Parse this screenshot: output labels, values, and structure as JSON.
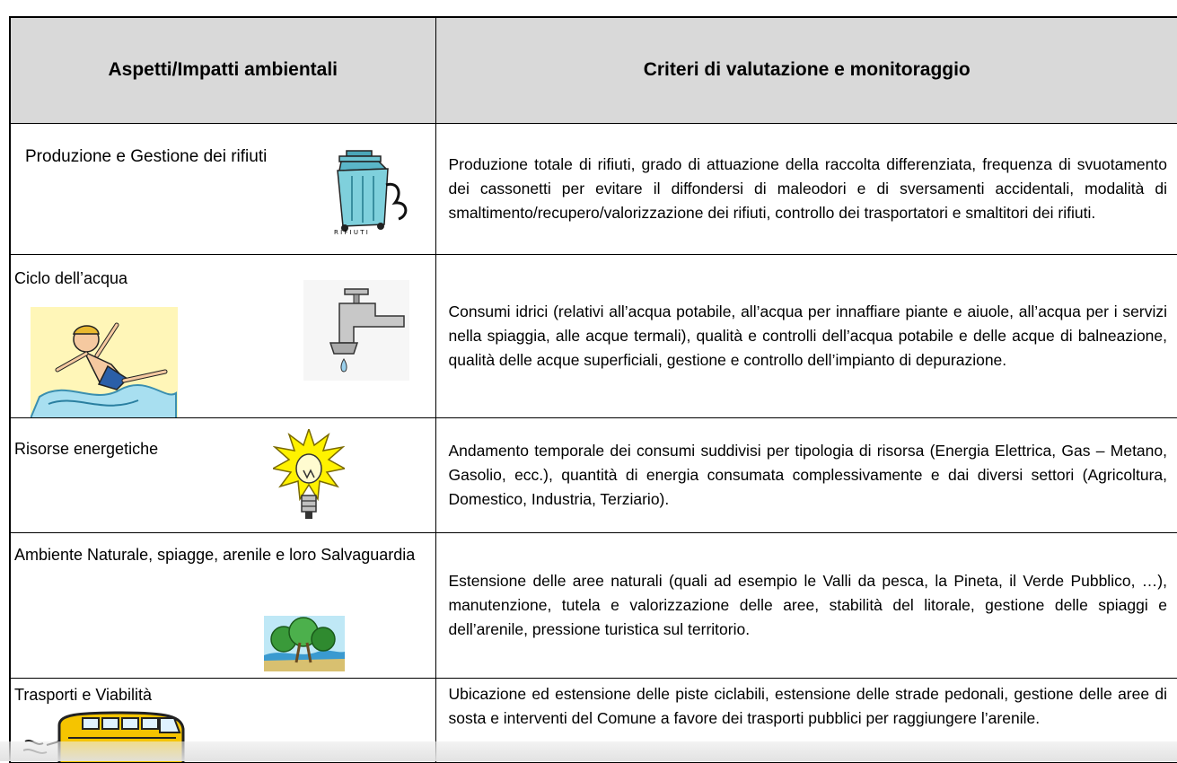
{
  "table": {
    "headers": [
      "Aspetti/Impatti ambientali",
      "Criteri di valutazione e monitoraggio"
    ],
    "rows": [
      {
        "aspect": "Produzione e Gestione dei rifiuti",
        "criteria": "Produzione totale di rifiuti, grado di attuazione della raccolta differenziata, frequenza di svuotamento dei cassonetti per evitare il diffondersi di maleodori e di sversamenti accidentali, modalità di smaltimento/recupero/valorizzazione dei rifiuti, controllo dei trasportatori e smaltitori dei rifiuti.",
        "icon": "trash-bin-icon"
      },
      {
        "aspect": "Ciclo dell’acqua",
        "criteria": "Consumi idrici (relativi all’acqua potabile, all’acqua per innaffiare piante e aiuole, all’acqua per i servizi nella spiaggia, alle acque termali), qualità e controlli dell’acqua potabile e delle acque di balneazione, qualità delle acque superficiali, gestione e controllo dell’impianto di depurazione.",
        "icon": "water-tap-icon"
      },
      {
        "aspect": "Risorse energetiche",
        "criteria": "Andamento temporale dei consumi suddivisi per tipologia di risorsa (Energia Elettrica, Gas – Metano, Gasolio, ecc.), quantità di energia consumata complessivamente e dai diversi settori (Agricoltura, Domestico, Industria, Terziario).",
        "icon": "light-bulb-icon"
      },
      {
        "aspect": "Ambiente Naturale, spiagge, arenile e loro Salvaguardia",
        "criteria": "Estensione delle aree naturali (quali ad esempio le Valli da pesca, la Pineta, il Verde Pubblico, …), manutenzione, tutela e valorizzazione delle aree, stabilità del litorale, gestione delle spiaggi e dell’arenile, pressione turistica sul territorio.",
        "icon": "landscape-icon"
      },
      {
        "aspect": "Trasporti e Viabilità",
        "criteria": "Ubicazione ed estensione delle piste ciclabili, estensione delle strade pedonali, gestione delle aree di sosta e interventi del Comune a favore dei trasporti pubblici per raggiungere l’arenile.",
        "icon": "bus-icon"
      }
    ]
  }
}
